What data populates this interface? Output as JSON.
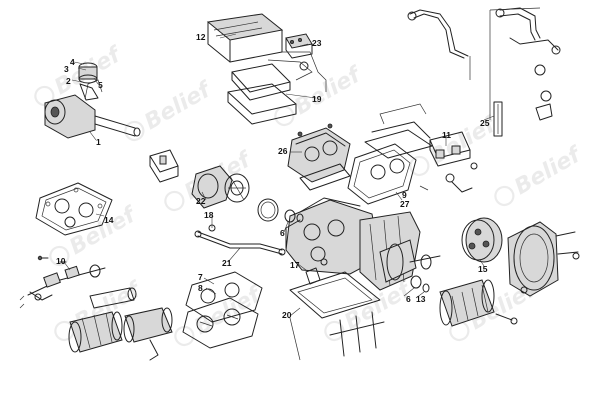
{
  "watermark": {
    "brand": "Belief"
  },
  "callouts": [
    {
      "id": "c1",
      "number": "1"
    },
    {
      "id": "c2",
      "number": "2"
    },
    {
      "id": "c3",
      "number": "3"
    },
    {
      "id": "c4",
      "number": "4"
    },
    {
      "id": "c5",
      "number": "5"
    },
    {
      "id": "c6a",
      "number": "6"
    },
    {
      "id": "c6b",
      "number": "6"
    },
    {
      "id": "c7",
      "number": "7"
    },
    {
      "id": "c8",
      "number": "8"
    },
    {
      "id": "c9",
      "number": "9"
    },
    {
      "id": "c10",
      "number": "10"
    },
    {
      "id": "c11",
      "number": "11"
    },
    {
      "id": "c12",
      "number": "12"
    },
    {
      "id": "c13",
      "number": "13"
    },
    {
      "id": "c14",
      "number": "14"
    },
    {
      "id": "c15",
      "number": "15"
    },
    {
      "id": "c17",
      "number": "17"
    },
    {
      "id": "c18",
      "number": "18"
    },
    {
      "id": "c19",
      "number": "19"
    },
    {
      "id": "c20",
      "number": "20"
    },
    {
      "id": "c21",
      "number": "21"
    },
    {
      "id": "c22",
      "number": "22"
    },
    {
      "id": "c23",
      "number": "23"
    },
    {
      "id": "c25",
      "number": "25"
    },
    {
      "id": "c26",
      "number": "26"
    },
    {
      "id": "c27",
      "number": "27"
    }
  ]
}
